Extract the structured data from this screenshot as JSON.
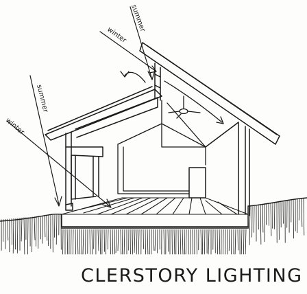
{
  "labels": {
    "summer_upper": "summer",
    "winter_upper": "winter",
    "summer_lower": "summer",
    "winter_lower": "winter"
  },
  "title": "CLERSTORY LIGHTING",
  "icons": {
    "ceiling_fan": "ceiling-fan-icon",
    "airflow_arrow": "curved-arrow-icon"
  }
}
